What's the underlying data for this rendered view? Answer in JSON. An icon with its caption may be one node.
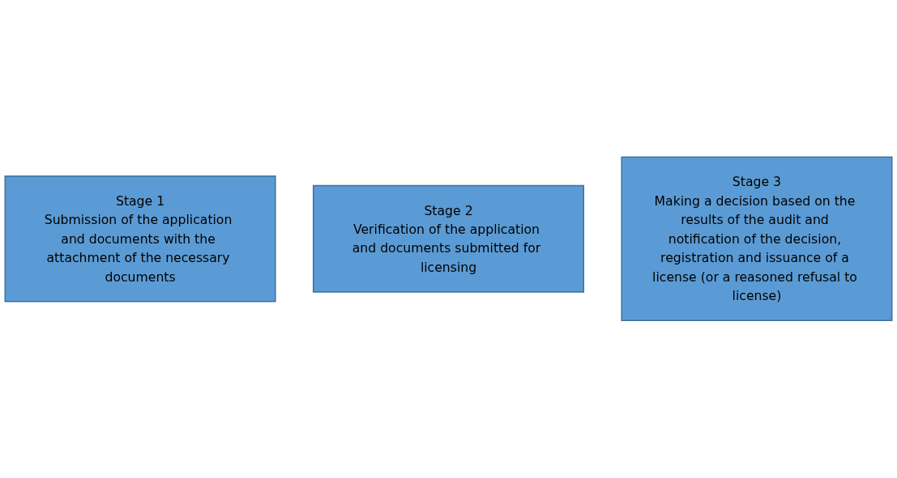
{
  "diagram": {
    "nodes": [
      {
        "text": [
          "Stage 1",
          "Submission of the application and documents with the attachment of the necessary documents"
        ]
      },
      {
        "text": [
          "Stage 2",
          "Verification of the application and documents submitted for licensing"
        ]
      },
      {
        "text": [
          "Stage 3",
          "Making a decision based on the results of the audit and notification of the decision, registration and issuance of a license (or a reasoned refusal to license)"
        ]
      }
    ]
  }
}
